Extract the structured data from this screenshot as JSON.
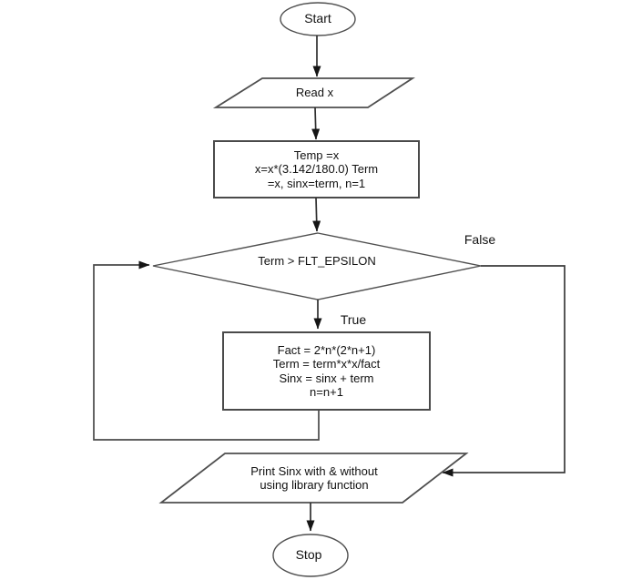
{
  "colors": {
    "background": "#ffffff",
    "shape_stroke": "#4f4f4f",
    "connector_stroke": "#3a3a3a",
    "arrowhead": "#151515",
    "text": "#111111"
  },
  "flowchart": {
    "nodes": {
      "start": {
        "type": "terminator",
        "label": "Start"
      },
      "read": {
        "type": "input",
        "label": "Read x"
      },
      "init": {
        "type": "process",
        "label": "Temp =x\nx=x*(3.142/180.0) Term\n=x, sinx=term, n=1"
      },
      "decision": {
        "type": "decision",
        "label": "Term > FLT_EPSILON"
      },
      "loop_body": {
        "type": "process",
        "label": "Fact = 2*n*(2*n+1)\nTerm = term*x*x/fact\nSinx = sinx + term\nn=n+1"
      },
      "print": {
        "type": "output",
        "label": "Print Sinx with & without\nusing library function"
      },
      "stop": {
        "type": "terminator",
        "label": "Stop"
      }
    },
    "edge_labels": {
      "false_branch": "False",
      "true_branch": "True"
    }
  }
}
